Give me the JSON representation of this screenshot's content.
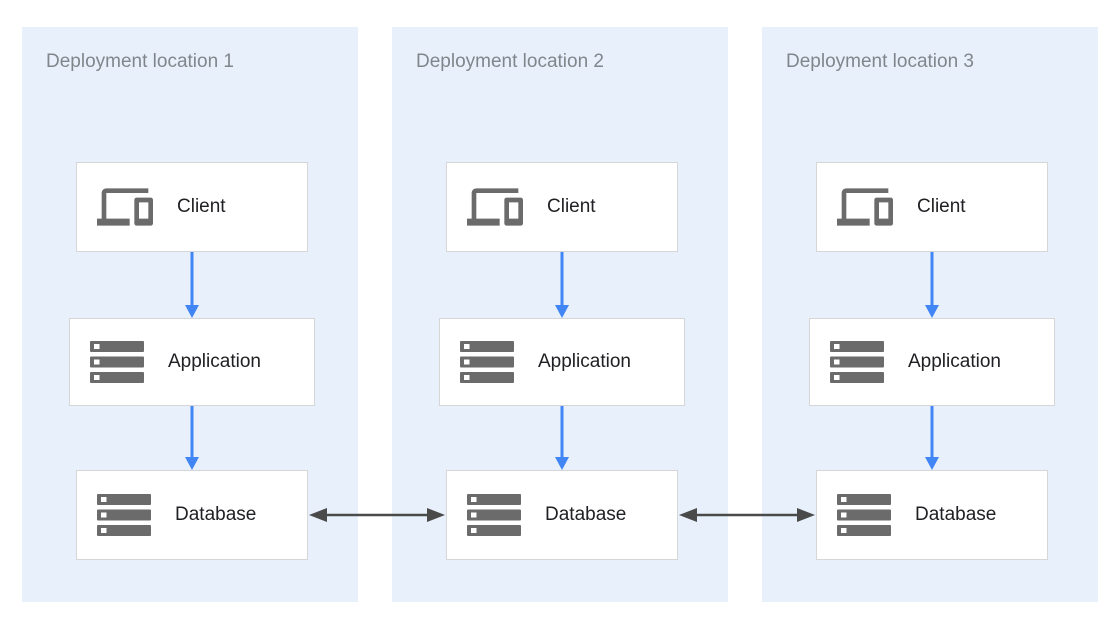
{
  "diagram": {
    "panels": [
      {
        "title": "Deployment location 1",
        "nodes": [
          {
            "label": "Client",
            "icon": "devices-icon"
          },
          {
            "label": "Application",
            "icon": "servers-icon"
          },
          {
            "label": "Database",
            "icon": "servers-icon"
          }
        ]
      },
      {
        "title": "Deployment location 2",
        "nodes": [
          {
            "label": "Client",
            "icon": "devices-icon"
          },
          {
            "label": "Application",
            "icon": "servers-icon"
          },
          {
            "label": "Database",
            "icon": "servers-icon"
          }
        ]
      },
      {
        "title": "Deployment location 3",
        "nodes": [
          {
            "label": "Client",
            "icon": "devices-icon"
          },
          {
            "label": "Application",
            "icon": "servers-icon"
          },
          {
            "label": "Database",
            "icon": "servers-icon"
          }
        ]
      }
    ],
    "edges": [
      {
        "from": "Client (location 1)",
        "to": "Application (location 1)",
        "type": "directed"
      },
      {
        "from": "Application (location 1)",
        "to": "Database (location 1)",
        "type": "directed"
      },
      {
        "from": "Client (location 2)",
        "to": "Application (location 2)",
        "type": "directed"
      },
      {
        "from": "Application (location 2)",
        "to": "Database (location 2)",
        "type": "directed"
      },
      {
        "from": "Client (location 3)",
        "to": "Application (location 3)",
        "type": "directed"
      },
      {
        "from": "Application (location 3)",
        "to": "Database (location 3)",
        "type": "directed"
      },
      {
        "from": "Database (location 1)",
        "to": "Database (location 2)",
        "type": "bidirectional"
      },
      {
        "from": "Database (location 2)",
        "to": "Database (location 3)",
        "type": "bidirectional"
      }
    ],
    "colors": {
      "panel_bg": "#e8f1fb",
      "box_border": "#d6d6d6",
      "flow_arrow": "#4285f4",
      "replication_arrow": "#4a4a4a",
      "icon_gray": "#6b6b6b",
      "title_gray": "#80868b",
      "label_dark": "#202124"
    }
  }
}
